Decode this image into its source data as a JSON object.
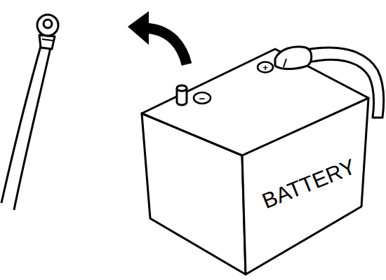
{
  "diagram": {
    "labels": [
      "BATTERY",
      "−",
      "+"
    ]
  }
}
